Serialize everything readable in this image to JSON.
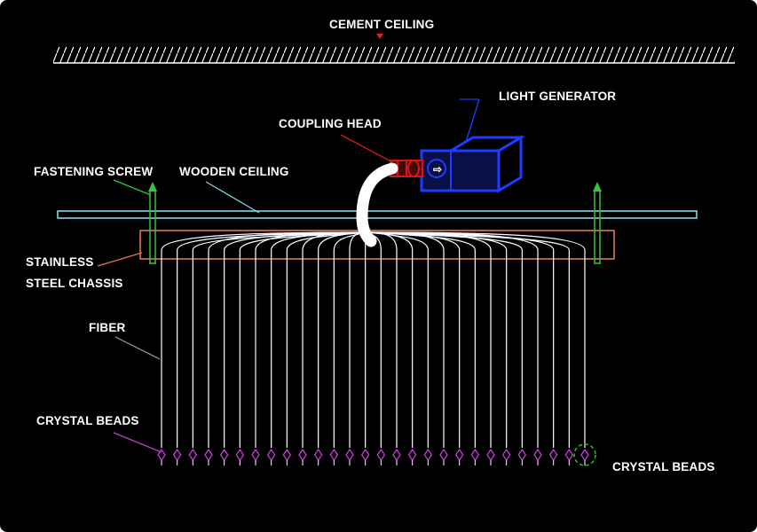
{
  "labels": {
    "cement_ceiling": "CEMENT CEILING",
    "light_generator": "LIGHT GENERATOR",
    "coupling_head": "COUPLING HEAD",
    "fastening_screw": "FASTENING SCREW",
    "wooden_ceiling": "WOODEN CEILING",
    "stainless_line1": "STAINLESS",
    "stainless_line2": "STEEL CHASSIS",
    "fiber": "FIBER",
    "crystal_beads_left": "CRYSTAL BEADS",
    "crystal_beads_right": "CRYSTAL BEADS"
  },
  "colors": {
    "background": "#000000",
    "line_art": "#ffffff",
    "wooden_ceiling": "#7fd6e8",
    "chassis": "#e0735a",
    "screw": "#39c23a",
    "generator": "#1c3cff",
    "coupling": "#d01818",
    "beads": "#c040d0",
    "fiber_leader": "#8a8aa0",
    "focus_circle": "#2fc02f"
  },
  "fiber_count": 28
}
